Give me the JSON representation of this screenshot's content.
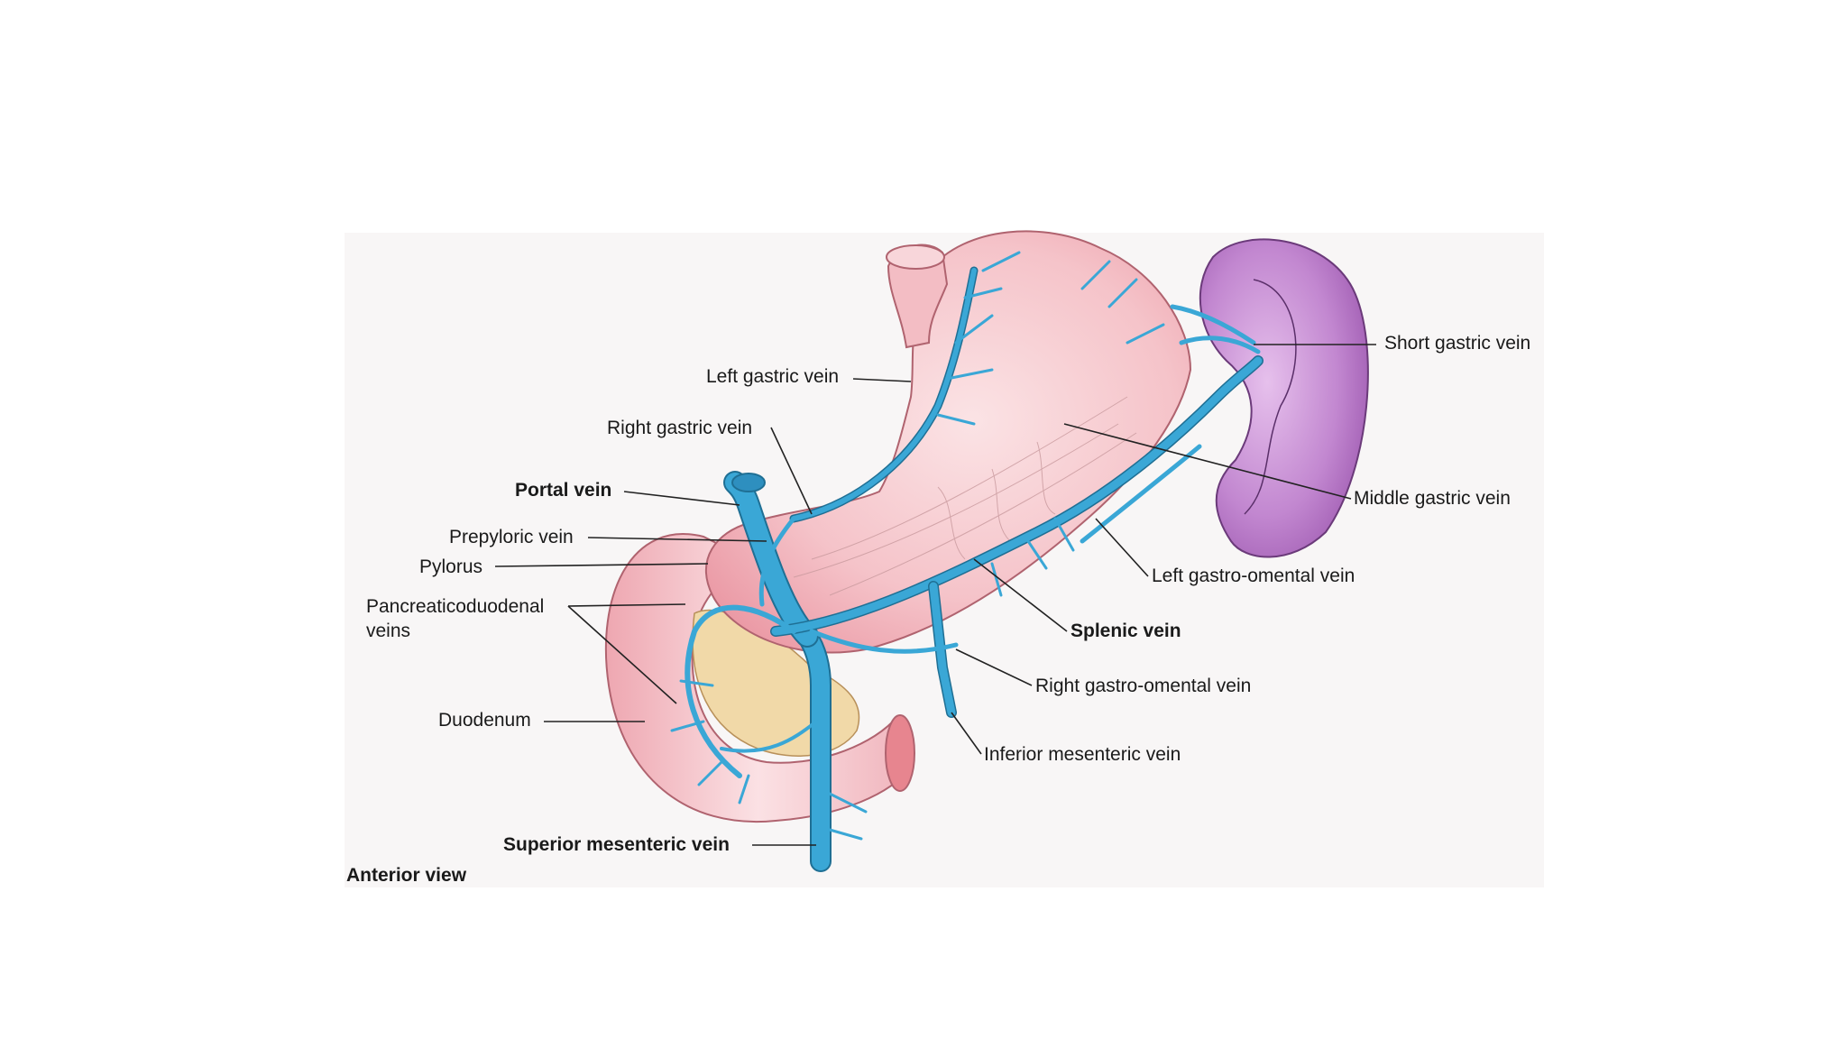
{
  "labels": {
    "left_gastric_vein": "Left gastric vein",
    "right_gastric_vein": "Right gastric vein",
    "portal_vein": "Portal vein",
    "prepyloric_vein": "Prepyloric vein",
    "pylorus": "Pylorus",
    "pancreaticoduodenal_veins_line1": "Pancreaticoduodenal",
    "pancreaticoduodenal_veins_line2": "veins",
    "duodenum": "Duodenum",
    "superior_mesenteric_vein": "Superior mesenteric vein",
    "anterior_view": "Anterior view",
    "short_gastric_vein": "Short gastric vein",
    "middle_gastric_vein": "Middle gastric vein",
    "left_gastro_omental_vein": "Left gastro-omental vein",
    "splenic_vein": "Splenic vein",
    "right_gastro_omental_vein": "Right gastro-omental vein",
    "inferior_mesenteric_vein": "Inferior mesenteric vein"
  },
  "colors": {
    "vein": "#3aa7d6",
    "vein_outline": "#1f6f94",
    "stomach": "#f5c6cc",
    "stomach_shade": "#ec9aa6",
    "spleen": "#b472c4",
    "spleen_light": "#d9a4e0",
    "pancreas": "#f1d9a8",
    "background": "#f8f6f6"
  }
}
